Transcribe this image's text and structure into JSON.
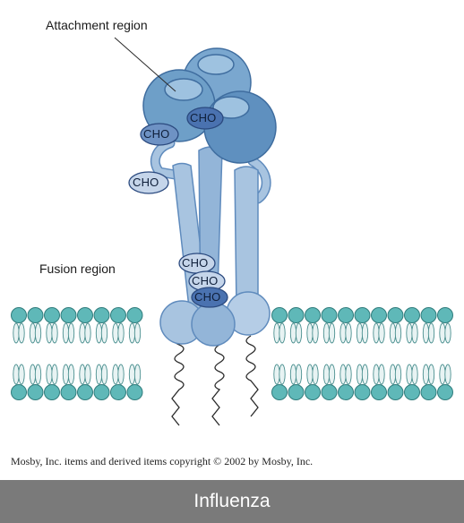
{
  "labels": {
    "attachment": "Attachment region",
    "fusion": "Fusion region",
    "cho": "CHO"
  },
  "copyright": "Mosby, Inc. items and derived items copyright © 2002 by Mosby, Inc.",
  "caption": "Influenza",
  "colors": {
    "head_light": "#8fb8d8",
    "head_mid": "#6e9fc8",
    "stalk": "#a8c4e0",
    "cho_dark": "#4a72b0",
    "cho_light": "#c5d5ea",
    "lipid_head": "#5fb8b8",
    "caption_bar": "#7a7a7a"
  }
}
